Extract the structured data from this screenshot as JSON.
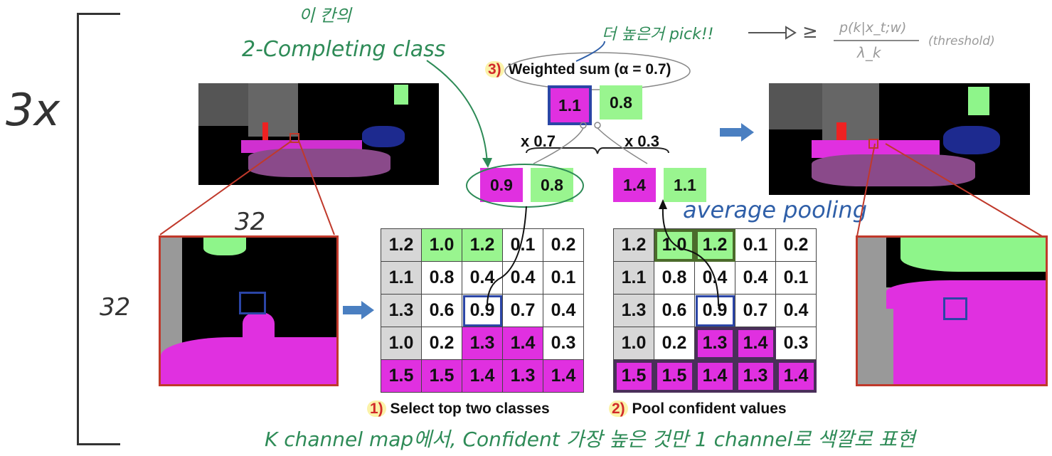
{
  "annotations": {
    "multiplier": "3x",
    "korean_top_line1": "이 칸의",
    "korean_top_line2": "2-Completing class",
    "pick_note": "더 높은거 pick!!",
    "formula_lhs": "≥",
    "formula_num": "p(k|x_t;w)",
    "formula_den": "λ_k",
    "formula_note": "(threshold)",
    "dimension_w": "32",
    "dimension_h": "32",
    "average_pooling": "average pooling",
    "bottom_note": "K channel map에서, Confident 가장 높은 것만 1 channel로 색깔로 표현"
  },
  "steps": {
    "step3_num": "3)",
    "step3_text": "Weighted sum (α = 0.7)",
    "step1_num": "1)",
    "step1_text": "Select top two classes",
    "step2_num": "2)",
    "step2_text": "Pool confident values"
  },
  "weighted": {
    "result_left": "1.1",
    "result_right": "0.8",
    "mult_left": "x 0.7",
    "mult_right": "x 0.3",
    "top_two_left": [
      "0.9",
      "0.8"
    ],
    "top_two_right": [
      "1.4",
      "1.1"
    ]
  },
  "grid_left": [
    [
      "1.2",
      "1.0",
      "1.2",
      "0.1",
      "0.2"
    ],
    [
      "1.1",
      "0.8",
      "0.4",
      "0.4",
      "0.1"
    ],
    [
      "1.3",
      "0.6",
      "0.9",
      "0.7",
      "0.4"
    ],
    [
      "1.0",
      "0.2",
      "1.3",
      "1.4",
      "0.3"
    ],
    [
      "1.5",
      "1.5",
      "1.4",
      "1.3",
      "1.4"
    ]
  ],
  "grid_right": [
    [
      "1.2",
      "1.0",
      "1.2",
      "0.1",
      "0.2"
    ],
    [
      "1.1",
      "0.8",
      "0.4",
      "0.4",
      "0.1"
    ],
    [
      "1.3",
      "0.6",
      "0.9",
      "0.7",
      "0.4"
    ],
    [
      "1.0",
      "0.2",
      "1.3",
      "1.4",
      "0.3"
    ],
    [
      "1.5",
      "1.5",
      "1.4",
      "1.3",
      "1.4"
    ]
  ],
  "colors": {
    "magenta": "#e030e0",
    "green": "#99f58f",
    "gray": "#d7d7d7",
    "blue_box": "#2b45a6",
    "red_box": "#c0392b",
    "arrow_blue": "#4a7fc1"
  }
}
